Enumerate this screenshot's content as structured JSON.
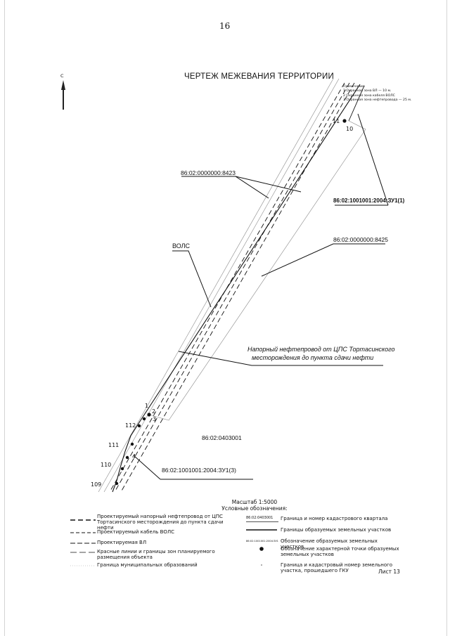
{
  "page": {
    "number": "16",
    "sheet_label": "Лист 13"
  },
  "drawing": {
    "title": "ЧЕРТЕЖ МЕЖЕВАНИЯ ТЕРРИТОРИИ",
    "north_label": "С",
    "notes": [
      "Примечание:",
      "1 Охранная зона ВЛ — 10 м.",
      "2 Охранная зона кабеля ВОЛС",
      "3 Охранная зона нефтепровода — 25 м."
    ],
    "labels": {
      "cad_upper": "86:02:0000000:8423",
      "cad_mid": "86:02:0000000:8425",
      "cad_quarter": "86:02:0403001",
      "plot_top": "86:02:1001001:2004:ЗУ1(1)",
      "plot_bottom": "86:02:1001001:2004:ЗУ1(3)",
      "vols": "ВОЛС",
      "pipeline_line1": "Напорный нефтепровод от ЦПС Тортасинского",
      "pipeline_line2": "месторождения до пункта сдачи нефти"
    },
    "points": [
      "11",
      "10",
      "1",
      "2",
      "3",
      "112",
      "111",
      "4",
      "110",
      "109"
    ]
  },
  "legend": {
    "scale": "Масштаб 1:5000",
    "title": "Условные обозначения:",
    "left": [
      "Проектируемый напорный нефтепровод от ЦПС Тортасинского месторождения до пункта сдачи нефти",
      "Проектируемый кабель ВОЛС",
      "Проектируемая ВЛ",
      "Красные линии и границы зон планируемого размещения объекта",
      "Граница муниципальных образований"
    ],
    "right": [
      {
        "sample": "86:02:0403001",
        "text": "Граница и номер кадастрового квартала"
      },
      {
        "sample": "",
        "text": "Границы образуемых земельных участков"
      },
      {
        "sample": "86:02:1001001:2004:ЗУ1",
        "text": "Обозначение образуемых земельных участков"
      },
      {
        "sample": "",
        "text": "Обозначение характерной точки образуемых земельных участков"
      },
      {
        "sample": "",
        "text": "Граница и кадастровый номер земельного участка, прошедшего ГКУ"
      }
    ]
  }
}
